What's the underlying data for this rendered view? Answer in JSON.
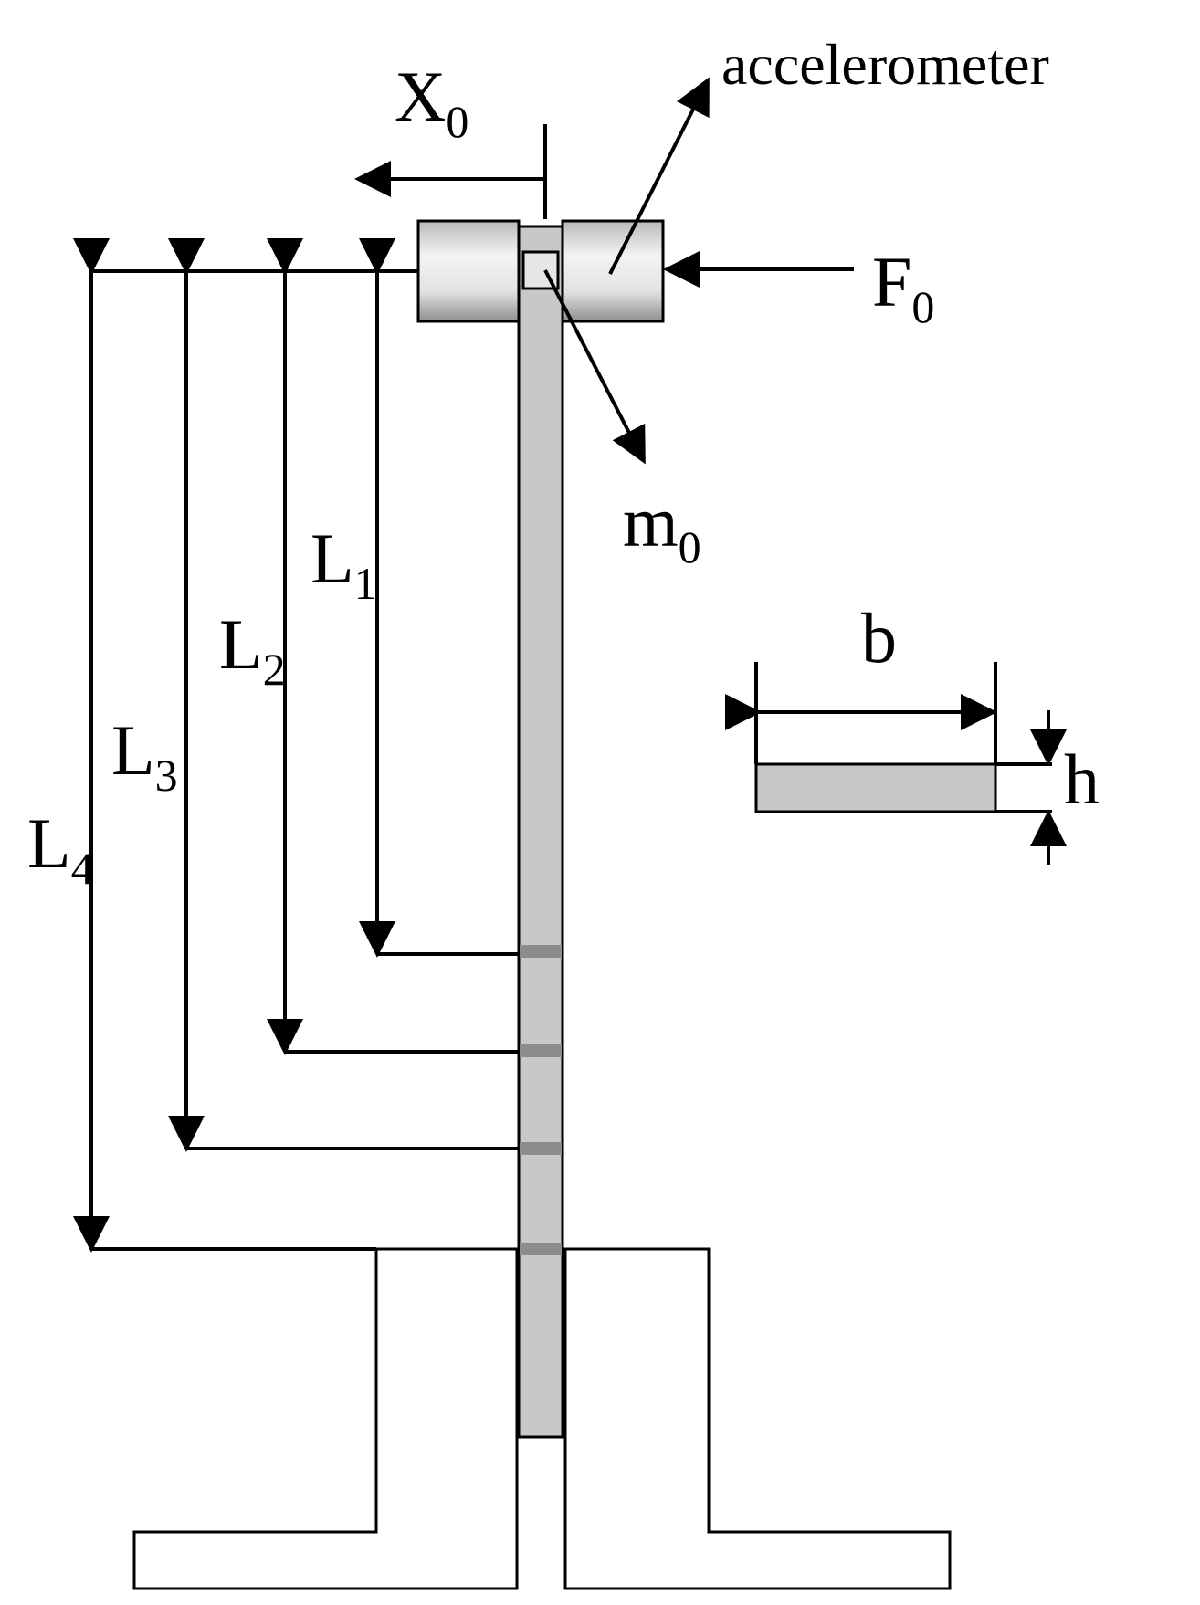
{
  "labels": {
    "accelerometer": "accelerometer",
    "x0": {
      "main": "X",
      "sub": "0"
    },
    "f0": {
      "main": "F",
      "sub": "0"
    },
    "m0": {
      "main": "m",
      "sub": "0"
    },
    "l1": {
      "main": "L",
      "sub": "1"
    },
    "l2": {
      "main": "L",
      "sub": "2"
    },
    "l3": {
      "main": "L",
      "sub": "3"
    },
    "l4": {
      "main": "L",
      "sub": "4"
    },
    "b": "b",
    "h": "h"
  },
  "colors": {
    "beam": "#c8c8c8",
    "base": "#858585",
    "band": "#8c8c8c",
    "line": "#000000"
  }
}
